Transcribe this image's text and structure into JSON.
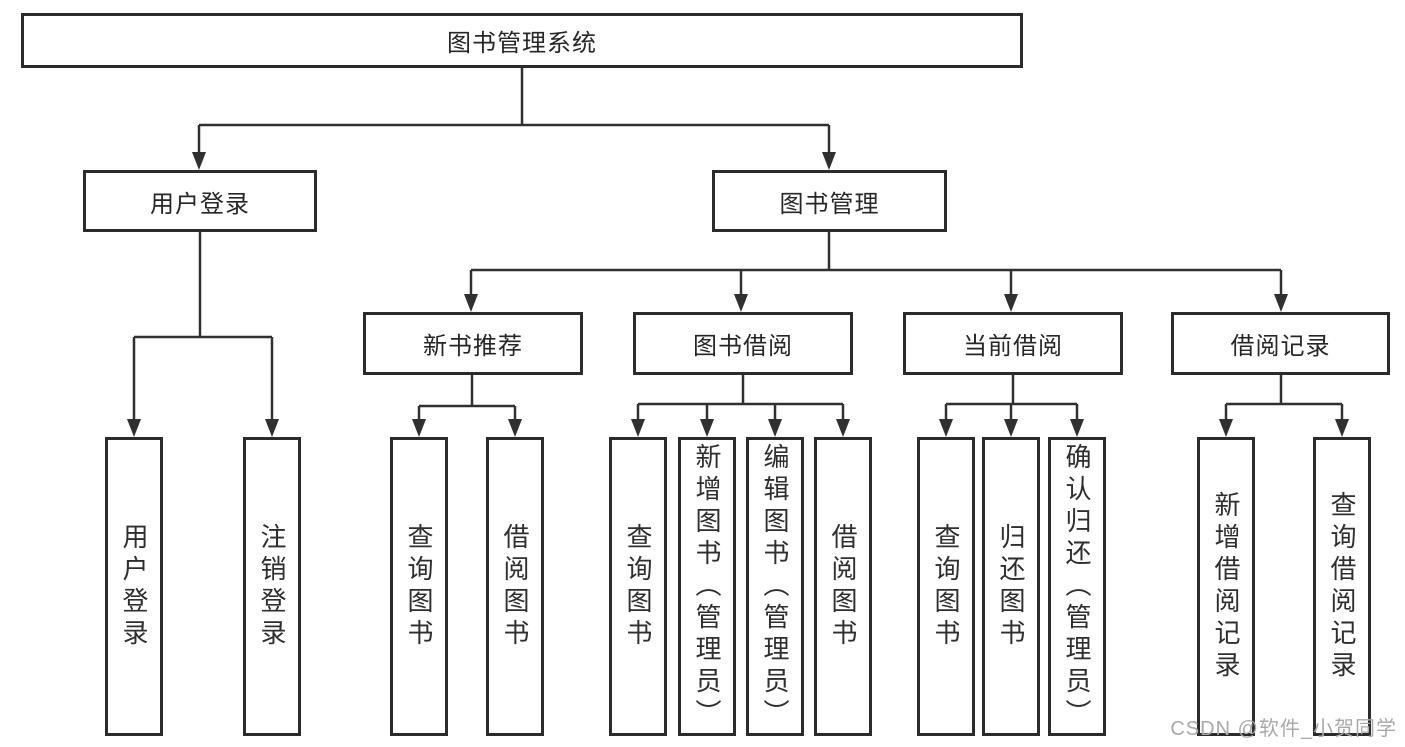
{
  "diagram_title": "图书管理系统",
  "tree": {
    "label": "图书管理系统",
    "children": [
      {
        "label": "用户登录",
        "children": [
          {
            "label": "用户登录"
          },
          {
            "label": "注销登录"
          }
        ]
      },
      {
        "label": "图书管理",
        "children": [
          {
            "label": "新书推荐",
            "children": [
              {
                "label": "查询图书"
              },
              {
                "label": "借阅图书"
              }
            ]
          },
          {
            "label": "图书借阅",
            "children": [
              {
                "label": "查询图书"
              },
              {
                "label": "新增图书（管理员）"
              },
              {
                "label": "编辑图书（管理员）"
              },
              {
                "label": "借阅图书"
              }
            ]
          },
          {
            "label": "当前借阅",
            "children": [
              {
                "label": "查询图书"
              },
              {
                "label": "归还图书"
              },
              {
                "label": "确认归还（管理员）"
              }
            ]
          },
          {
            "label": "借阅记录",
            "children": [
              {
                "label": "新增借阅记录"
              },
              {
                "label": "查询借阅记录"
              }
            ]
          }
        ]
      }
    ]
  },
  "watermark": "CSDN @软件_小贺同学",
  "colors": {
    "background": "#ffffff",
    "box_border": "#2b2b2b",
    "connector_line": "#303030",
    "text": "#262626",
    "watermark_text": "#a9a9a9"
  }
}
